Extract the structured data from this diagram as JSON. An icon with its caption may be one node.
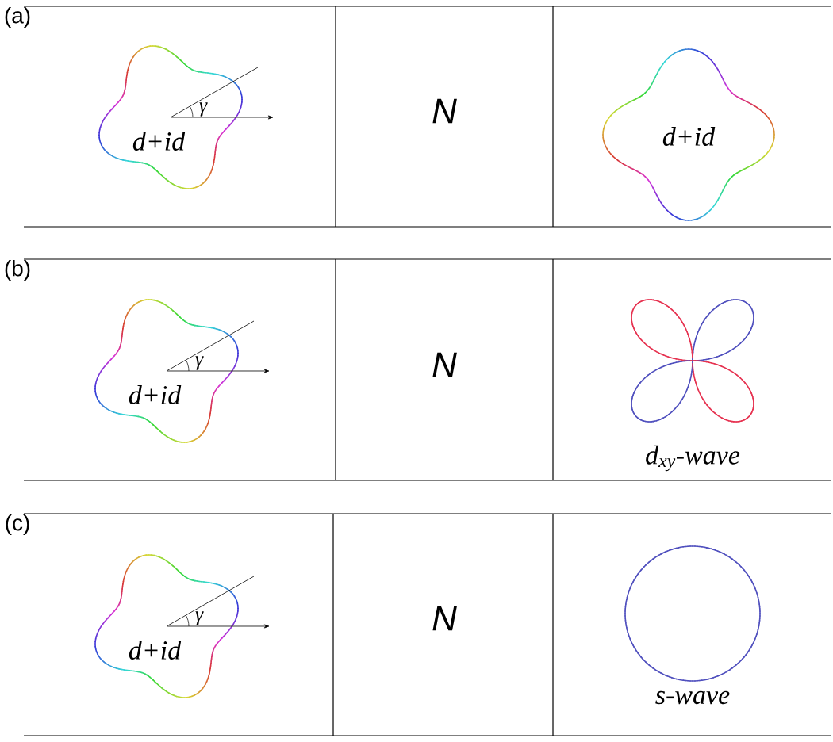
{
  "diagram": {
    "labels": [
      "(a)",
      "γ",
      "d+id",
      "N",
      "d+id",
      "(b)",
      "γ",
      "d+id",
      "N",
      "d$_{xy}$-wave",
      "(c)",
      "γ",
      "d+id",
      "N",
      "s-wave"
    ]
  }
}
